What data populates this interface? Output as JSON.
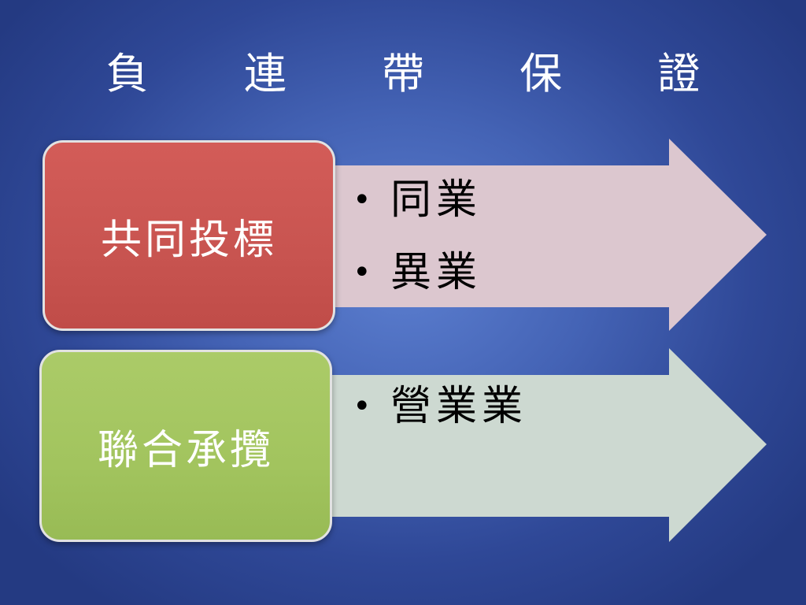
{
  "title": "負 連 帶 保 證",
  "groups": [
    {
      "label": "共同投標",
      "items": [
        "同業",
        "異業"
      ],
      "color": "#c85450",
      "arrow_color": "#dcc7cf"
    },
    {
      "label": "聯合承攬",
      "items": [
        "營業業"
      ],
      "color": "#a2c45e",
      "arrow_color": "#cdd9d1"
    }
  ],
  "text_color": "#ffffff",
  "background_color": "#4463b5"
}
